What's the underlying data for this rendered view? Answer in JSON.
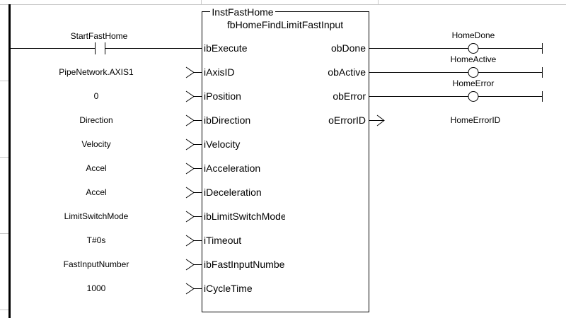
{
  "block": {
    "instance_name": "InstFastHome",
    "type_name": "fbHomeFindLimitFastInput"
  },
  "contact": {
    "variable": "StartFastHome"
  },
  "inputs": [
    {
      "pin": "ibExecute",
      "value": ""
    },
    {
      "pin": "iAxisID",
      "value": "PipeNetwork.AXIS1"
    },
    {
      "pin": "iPosition",
      "value": "0"
    },
    {
      "pin": "ibDirection",
      "value": "Direction"
    },
    {
      "pin": "iVelocity",
      "value": "Velocity"
    },
    {
      "pin": "iAcceleration",
      "value": "Accel"
    },
    {
      "pin": "iDeceleration",
      "value": "Accel"
    },
    {
      "pin": "ibLimitSwitchMode",
      "value": "LimitSwitchMode"
    },
    {
      "pin": "iTimeout",
      "value": "T#0s"
    },
    {
      "pin": "ibFastInputNumber",
      "value": "FastInputNumber"
    },
    {
      "pin": "iCycleTime",
      "value": "1000"
    }
  ],
  "outputs": [
    {
      "pin": "obDone",
      "value": "HomeDone",
      "kind": "coil"
    },
    {
      "pin": "obActive",
      "value": "HomeActive",
      "kind": "coil"
    },
    {
      "pin": "obError",
      "value": "HomeError",
      "kind": "coil"
    },
    {
      "pin": "oErrorID",
      "value": "HomeErrorID",
      "kind": "variable"
    }
  ],
  "colors": {
    "line": "#000000",
    "background": "#ffffff",
    "grid": "#c8c8c8"
  }
}
